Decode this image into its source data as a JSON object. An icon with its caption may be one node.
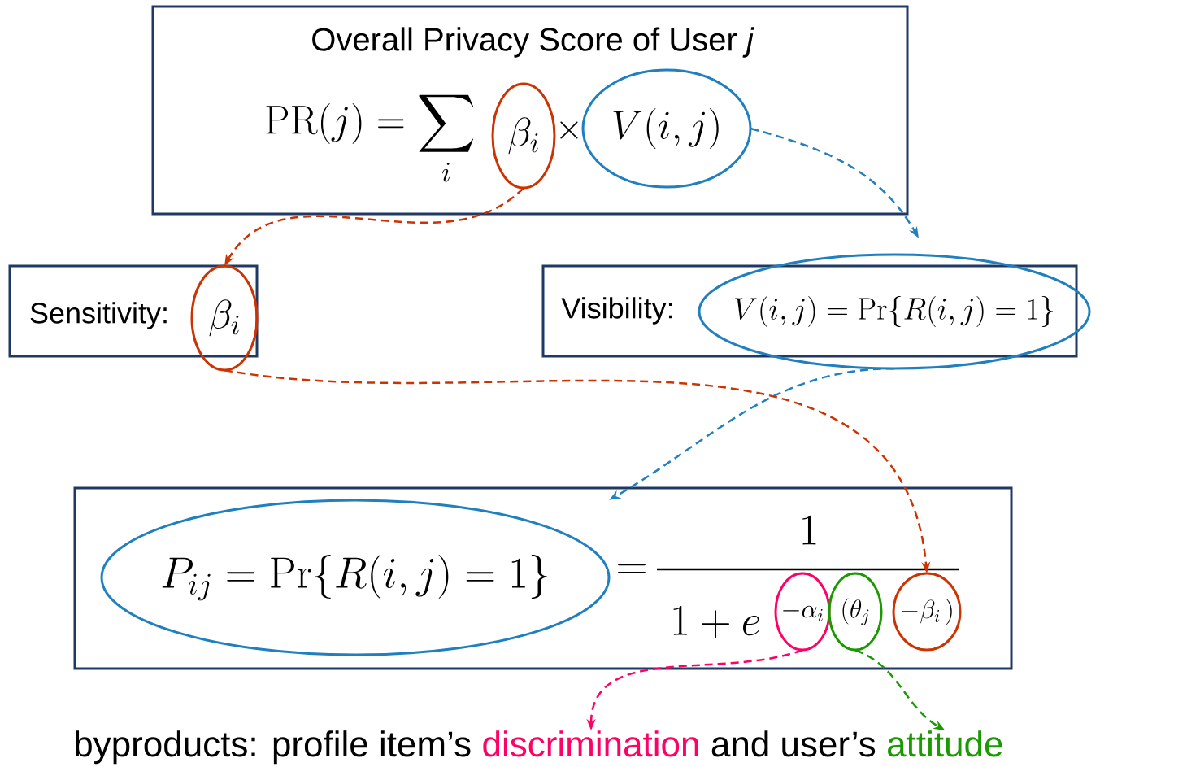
{
  "diagram": {
    "nodes": [
      {
        "text": [
          "Overall Privacy Score of User *j*",
          "\\mathrm{PR}(j)=\\sum_{i}",
          "\\times"
        ]
      },
      {
        "text": [
          "\\beta_i"
        ],
        "in": 0
      },
      {
        "text": [
          "V(i,j)"
        ],
        "in": 0
      },
      {
        "text": [
          "Sensitivity:"
        ]
      },
      {
        "text": [
          "\\beta_i"
        ]
      },
      {
        "text": [
          "Visibility:"
        ]
      },
      {
        "text": [
          "V(i,j)=\\mathrm{Pr}\\{R(i,j)=1\\}"
        ]
      },
      {
        "text": [
          "=",
          "1",
          "1+e"
        ]
      },
      {
        "text": [
          "P_{ij}=\\mathrm{Pr}\\{R(i,j)=1\\}"
        ],
        "in": 7
      },
      {
        "text": [
          "-\\alpha_i"
        ],
        "in": 7
      },
      {
        "text": [
          "(\\theta_j"
        ],
        "in": 7
      },
      {
        "text": [
          "-\\beta_i\\,)"
        ],
        "in": 7
      },
      {
        "text": [
          "discrimination"
        ]
      },
      {
        "text": [
          "attitude"
        ]
      }
    ],
    "edges": [
      {
        "from": 1,
        "to": 4,
        "arrow": "to",
        "style": "dashed",
        "color": "#cc3300"
      },
      {
        "from": 2,
        "to": 6,
        "arrow": "to",
        "style": "dashed",
        "color": "#1f7fbf"
      },
      {
        "from": 6,
        "to": 8,
        "arrow": "to",
        "style": "dashed",
        "color": "#1f7fbf"
      },
      {
        "from": 4,
        "to": 11,
        "arrow": "to",
        "style": "dashed",
        "color": "#cc3300"
      },
      {
        "from": 9,
        "to": 12,
        "arrow": "to",
        "style": "dashed",
        "color": "#ff0066"
      },
      {
        "from": 10,
        "to": 13,
        "arrow": "to",
        "style": "dashed",
        "color": "#1a9900"
      }
    ],
    "labels": [
      "byproducts: profile item’s",
      "and user’s"
    ]
  }
}
